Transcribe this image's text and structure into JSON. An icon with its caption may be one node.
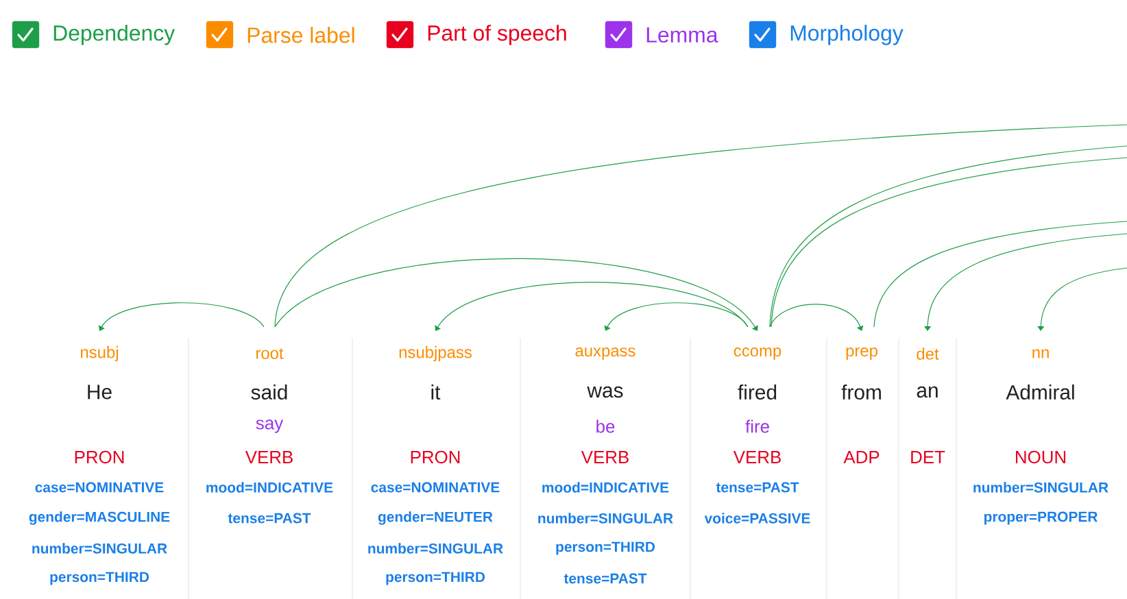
{
  "diagram": {
    "nodes": [
      {
        "text": [
          "nsubj",
          "He",
          "PRON",
          "case=NOMINATIVE",
          "gender=MASCULINE",
          "number=SINGULAR",
          "person=THIRD"
        ]
      },
      {
        "text": [
          "root",
          "said",
          "say",
          "VERB",
          "mood=INDICATIVE",
          "tense=PAST"
        ]
      },
      {
        "text": [
          "nsubjpass",
          "it",
          "PRON",
          "case=NOMINATIVE",
          "gender=NEUTER",
          "number=SINGULAR",
          "person=THIRD"
        ]
      },
      {
        "text": [
          "auxpass",
          "was",
          "be",
          "VERB",
          "mood=INDICATIVE",
          "number=SINGULAR",
          "person=THIRD",
          "tense=PAST"
        ]
      },
      {
        "text": [
          "ccomp",
          "fired",
          "fire",
          "VERB",
          "tense=PAST",
          "voice=PASSIVE"
        ]
      },
      {
        "text": [
          "prep",
          "from",
          "ADP"
        ]
      },
      {
        "text": [
          "det",
          "an",
          "DET"
        ]
      },
      {
        "text": [
          "nn",
          "Admiral",
          "NOUN",
          "number=SINGULAR",
          "proper=PROPER"
        ]
      }
    ],
    "edges": [
      {
        "from": 1,
        "to": 0,
        "arrow": "to"
      },
      {
        "from": 1,
        "to": null,
        "arrow": "none"
      },
      {
        "from": 1,
        "to": 4,
        "arrow": "to"
      },
      {
        "from": 4,
        "to": 2,
        "arrow": "to"
      },
      {
        "from": 4,
        "to": 3,
        "arrow": "to"
      },
      {
        "from": 4,
        "to": 5,
        "arrow": "to"
      },
      {
        "from": 4,
        "to": null,
        "arrow": "none"
      },
      {
        "from": 4,
        "to": null,
        "arrow": "none"
      },
      {
        "from": 5,
        "to": null,
        "arrow": "none"
      },
      {
        "from": null,
        "to": 6,
        "arrow": "to"
      },
      {
        "from": null,
        "to": 7,
        "arrow": "to"
      }
    ],
    "legend": [
      {
        "text": "Dependency",
        "color": "#1e9e48"
      },
      {
        "text": "Parse label",
        "color": "#fb8c00"
      },
      {
        "text": "Part of speech",
        "color": "#e8001f"
      },
      {
        "text": "Lemma",
        "color": "#9c33ea"
      },
      {
        "text": "Morphology",
        "color": "#1a7fe8"
      }
    ]
  }
}
